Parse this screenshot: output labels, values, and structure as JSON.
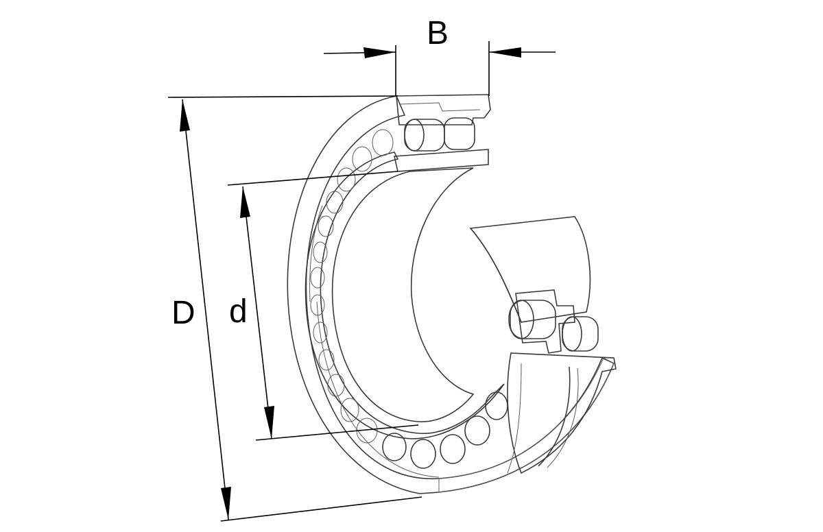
{
  "labels": {
    "width": "B",
    "outer_diameter": "D",
    "bore_diameter": "d"
  },
  "colors": {
    "line": "#000000",
    "steel_light": "#f4f4f4",
    "steel_mid": "#c8c8c8",
    "steel_dark": "#8c8c8c",
    "background": "#ffffff"
  }
}
